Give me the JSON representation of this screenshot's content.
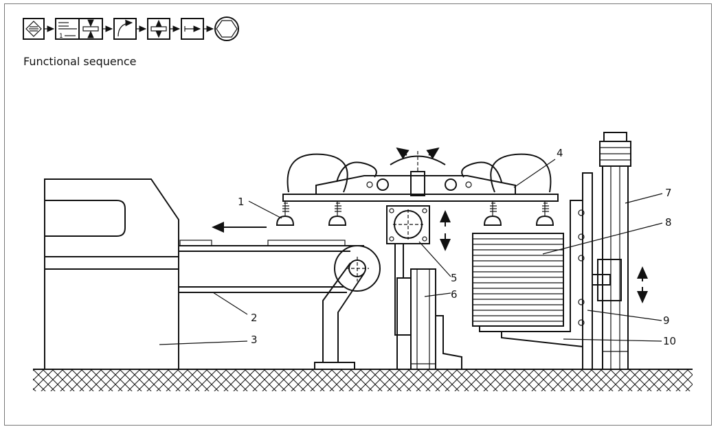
{
  "caption": "Functional sequence",
  "labels": {
    "n1": "1",
    "n2": "2",
    "n3": "3",
    "n4": "4",
    "n5": "5",
    "n6": "6",
    "n7": "7",
    "n8": "8",
    "n9": "9",
    "n10": "10"
  }
}
